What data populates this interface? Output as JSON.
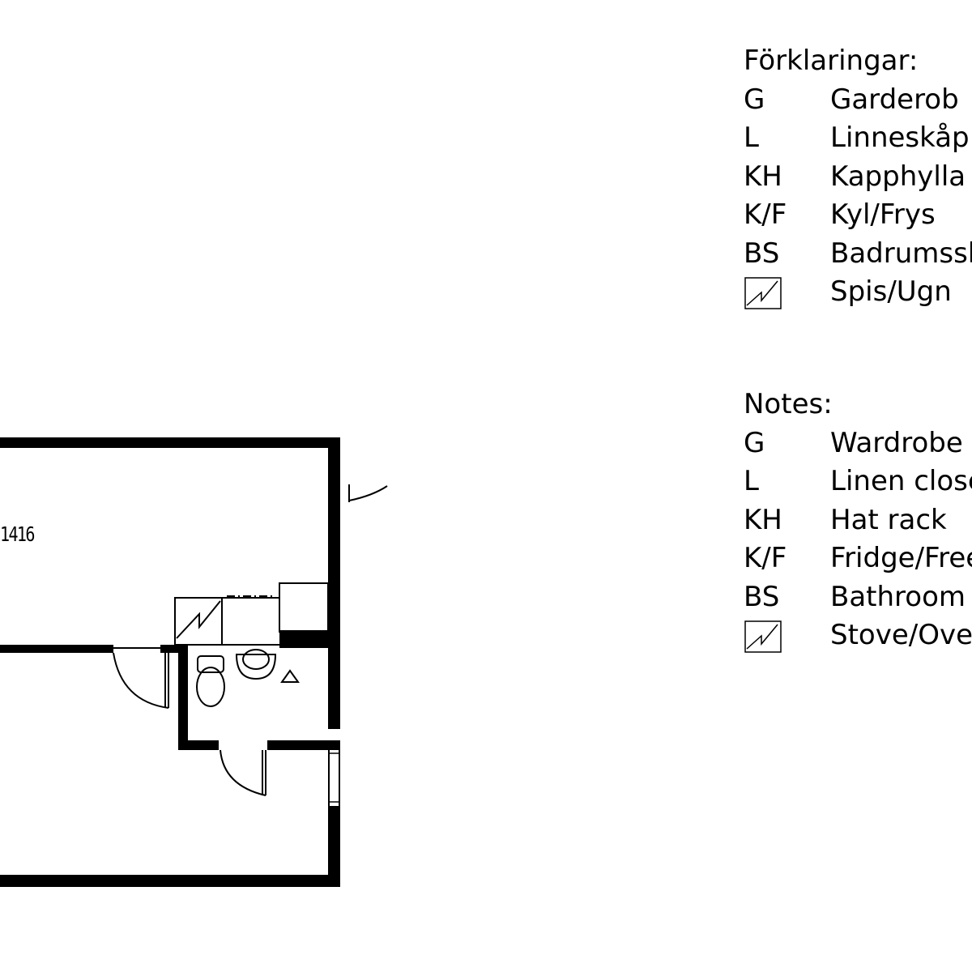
{
  "room_label": "1416",
  "legend_sv": {
    "title": "Förklaringar:",
    "items": [
      {
        "code": "G",
        "text": "Garderob"
      },
      {
        "code": "L",
        "text": "Linneskåp"
      },
      {
        "code": "KH",
        "text": "Kapphylla"
      },
      {
        "code": "K/F",
        "text": "Kyl/Frys"
      },
      {
        "code": "BS",
        "text": "Badrumsskåp"
      },
      {
        "code": "",
        "icon": "stove-oven-symbol",
        "text": "Spis/Ugn"
      }
    ]
  },
  "legend_en": {
    "title": "Notes:",
    "items": [
      {
        "code": "G",
        "text": "Wardrobe"
      },
      {
        "code": "L",
        "text": "Linen closet"
      },
      {
        "code": "KH",
        "text": "Hat rack"
      },
      {
        "code": "K/F",
        "text": "Fridge/Freezer"
      },
      {
        "code": "BS",
        "text": "Bathroom cabinet"
      },
      {
        "code": "",
        "icon": "stove-oven-symbol",
        "text": "Stove/Oven"
      }
    ]
  }
}
